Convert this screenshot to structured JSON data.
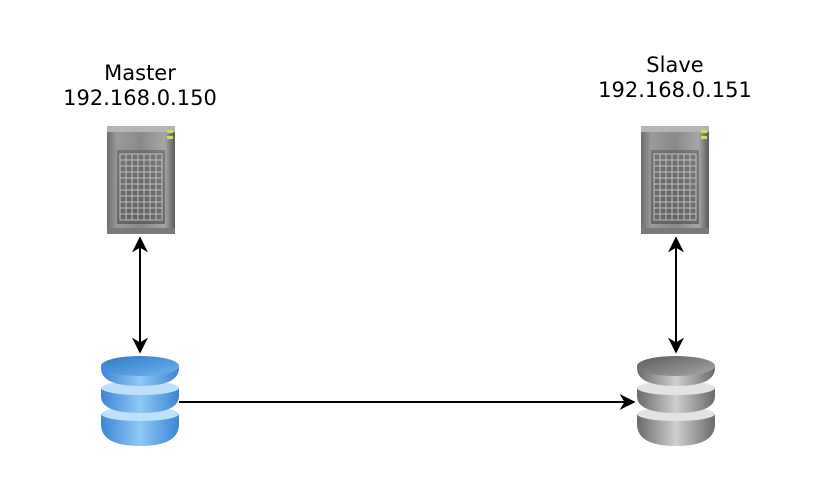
{
  "master": {
    "name": "Master",
    "ip": "192.168.0.150",
    "server_icon": "server-tower-icon",
    "database_icon": "database-icon",
    "database_color": "#4a9fe0"
  },
  "slave": {
    "name": "Slave",
    "ip": "192.168.0.151",
    "server_icon": "server-tower-icon",
    "database_icon": "database-icon",
    "database_color": "#8a8a8a"
  },
  "connections": [
    {
      "from": "master-server",
      "to": "master-database",
      "direction": "both"
    },
    {
      "from": "slave-server",
      "to": "slave-database",
      "direction": "both"
    },
    {
      "from": "master-database",
      "to": "slave-database",
      "direction": "forward"
    }
  ]
}
